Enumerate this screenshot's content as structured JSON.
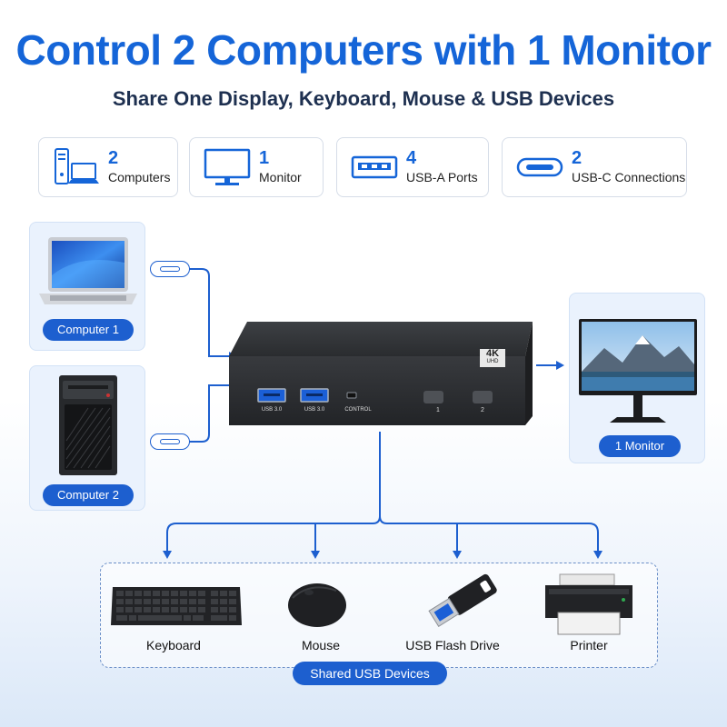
{
  "header": {
    "title": "Control 2 Computers with 1 Monitor",
    "subtitle": "Share One Display, Keyboard, Mouse & USB Devices"
  },
  "features": [
    {
      "number": "2",
      "label": "Computers",
      "icon": "computers-icon"
    },
    {
      "number": "1",
      "label": "Monitor",
      "icon": "monitor-icon"
    },
    {
      "number": "4",
      "label": "USB-A Ports",
      "icon": "usb-a-port-icon"
    },
    {
      "number": "2",
      "label": "USB-C Connections",
      "icon": "usb-c-port-icon"
    }
  ],
  "inputs": {
    "computer1_label": "Computer 1",
    "computer2_label": "Computer 2"
  },
  "switch": {
    "badge": "4K",
    "badge_sub": "UHD",
    "port1_label": "USB 3.0",
    "port2_label": "USB 3.0",
    "control_label": "CONTROL",
    "button1_label": "1",
    "button2_label": "2"
  },
  "output": {
    "monitor_label": "1 Monitor"
  },
  "shared_devices": {
    "group_label": "Shared USB Devices",
    "items": [
      "Keyboard",
      "Mouse",
      "USB Flash Drive",
      "Printer"
    ]
  },
  "colors": {
    "accent": "#1565d8",
    "pill": "#1d5fcf",
    "device_body": "#2e3033"
  }
}
